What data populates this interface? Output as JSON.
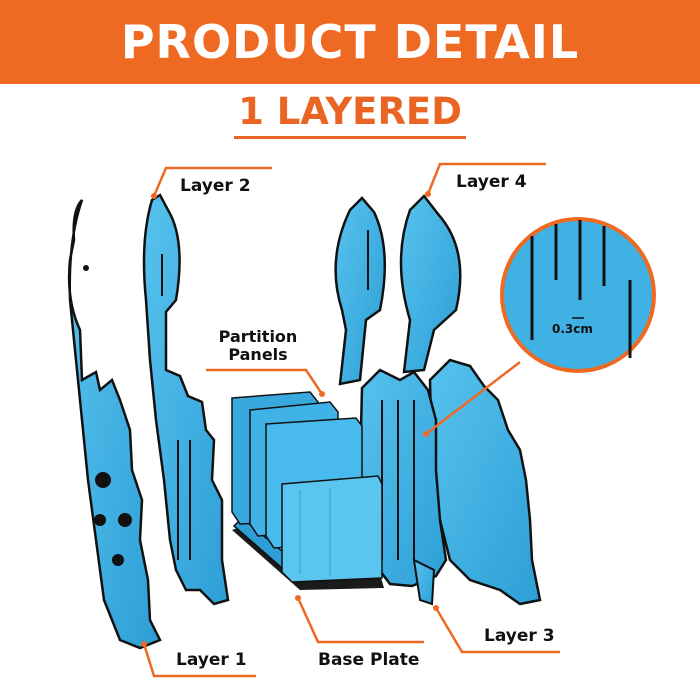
{
  "header": {
    "title": "PRODUCT DETAIL"
  },
  "subtitle": "1 LAYERED",
  "callouts": {
    "layer1": "Layer 1",
    "layer2": "Layer 2",
    "layer3": "Layer 3",
    "layer4": "Layer 4",
    "partition_line1": "Partition",
    "partition_line2": "Panels",
    "base_plate": "Base Plate",
    "zoom_measure": "0.3cm"
  },
  "colors": {
    "accent": "#ee6a22",
    "panel": "#3fb1e3",
    "panel_dark": "#1f86b8",
    "outline": "#111111"
  }
}
